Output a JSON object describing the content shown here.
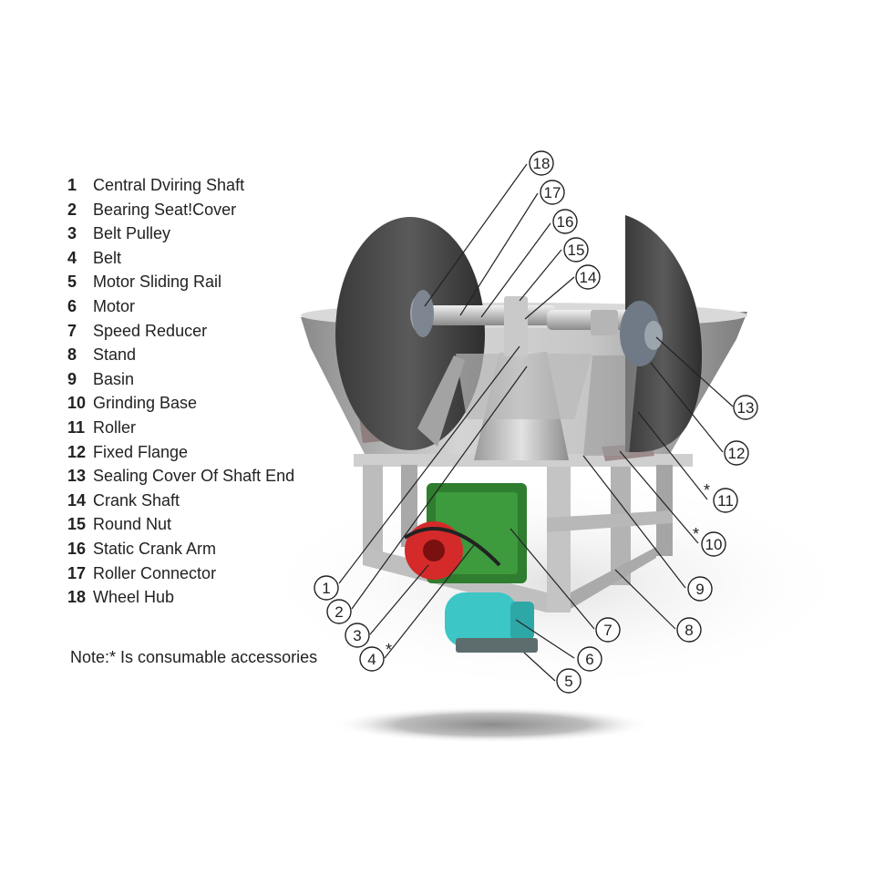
{
  "legend": [
    {
      "num": "1",
      "label": "Central Dviring Shaft"
    },
    {
      "num": "2",
      "label": "Bearing Seat!Cover"
    },
    {
      "num": "3",
      "label": "Belt Pulley"
    },
    {
      "num": "4",
      "label": "Belt"
    },
    {
      "num": "5",
      "label": "Motor Sliding Rail"
    },
    {
      "num": "6",
      "label": "Motor"
    },
    {
      "num": "7",
      "label": "Speed Reducer"
    },
    {
      "num": "8",
      "label": "Stand"
    },
    {
      "num": "9",
      "label": "Basin"
    },
    {
      "num": "10",
      "label": "Grinding Base"
    },
    {
      "num": "11",
      "label": "Roller"
    },
    {
      "num": "12",
      "label": "Fixed Flange"
    },
    {
      "num": "13",
      "label": "Sealing Cover Of Shaft End"
    },
    {
      "num": "14",
      "label": "Crank Shaft"
    },
    {
      "num": "15",
      "label": "Round Nut"
    },
    {
      "num": "16",
      "label": "Static Crank Arm"
    },
    {
      "num": "17",
      "label": "Roller Connector"
    },
    {
      "num": "18",
      "label": "Wheel Hub"
    }
  ],
  "note": "Note:*  Is consumable accessories",
  "callouts": {
    "c1": "1",
    "c2": "2",
    "c3": "3",
    "c4": "4",
    "c5": "5",
    "c6": "6",
    "c7": "7",
    "c8": "8",
    "c9": "9",
    "c10": "10",
    "c11": "11",
    "c12": "12",
    "c13": "13",
    "c14": "14",
    "c15": "15",
    "c16": "16",
    "c17": "17",
    "c18": "18",
    "star": "*"
  }
}
